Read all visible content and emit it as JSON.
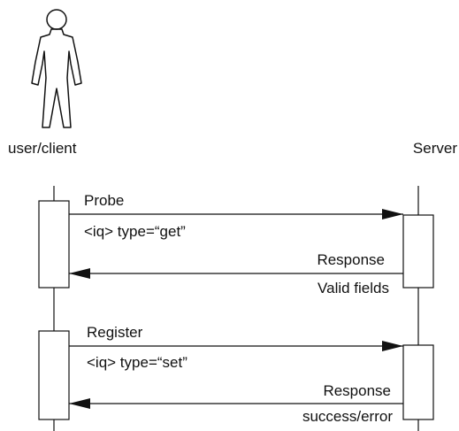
{
  "actors": {
    "client": {
      "name": "user/client"
    },
    "server": {
      "name": "Server"
    }
  },
  "messages": [
    {
      "direction": "client-to-server",
      "title": "Probe",
      "detail": "<iq> type=“get”"
    },
    {
      "direction": "server-to-client",
      "title": "Response",
      "detail": "Valid fields"
    },
    {
      "direction": "client-to-server",
      "title": "Register",
      "detail": "<iq> type=“set”"
    },
    {
      "direction": "server-to-client",
      "title": "Response",
      "detail": "success/error"
    }
  ]
}
